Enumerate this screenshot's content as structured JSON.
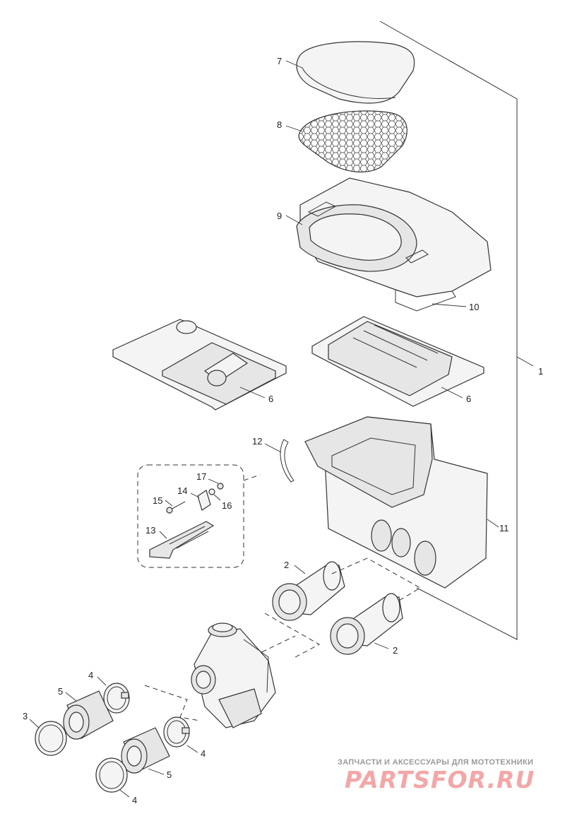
{
  "diagram": {
    "callouts": [
      {
        "id": "c1",
        "text": "1"
      },
      {
        "id": "c2a",
        "text": "2"
      },
      {
        "id": "c2b",
        "text": "2"
      },
      {
        "id": "c3",
        "text": "3"
      },
      {
        "id": "c4a",
        "text": "4"
      },
      {
        "id": "c4b",
        "text": "4"
      },
      {
        "id": "c4c",
        "text": "4"
      },
      {
        "id": "c5a",
        "text": "5"
      },
      {
        "id": "c5b",
        "text": "5"
      },
      {
        "id": "c6a",
        "text": "6"
      },
      {
        "id": "c6b",
        "text": "6"
      },
      {
        "id": "c7",
        "text": "7"
      },
      {
        "id": "c8",
        "text": "8"
      },
      {
        "id": "c9",
        "text": "9"
      },
      {
        "id": "c10",
        "text": "10"
      },
      {
        "id": "c11",
        "text": "11"
      },
      {
        "id": "c12",
        "text": "12"
      },
      {
        "id": "c13",
        "text": "13"
      },
      {
        "id": "c14",
        "text": "14"
      },
      {
        "id": "c15",
        "text": "15"
      },
      {
        "id": "c16",
        "text": "16"
      },
      {
        "id": "c17",
        "text": "17"
      }
    ]
  },
  "watermark": {
    "tagline": "ЗАПЧАСТИ И АКСЕССУАРЫ ДЛЯ МОТОТЕХНИКИ",
    "brand": "PARTSFOR.RU",
    "color": "#f3a7a7"
  }
}
